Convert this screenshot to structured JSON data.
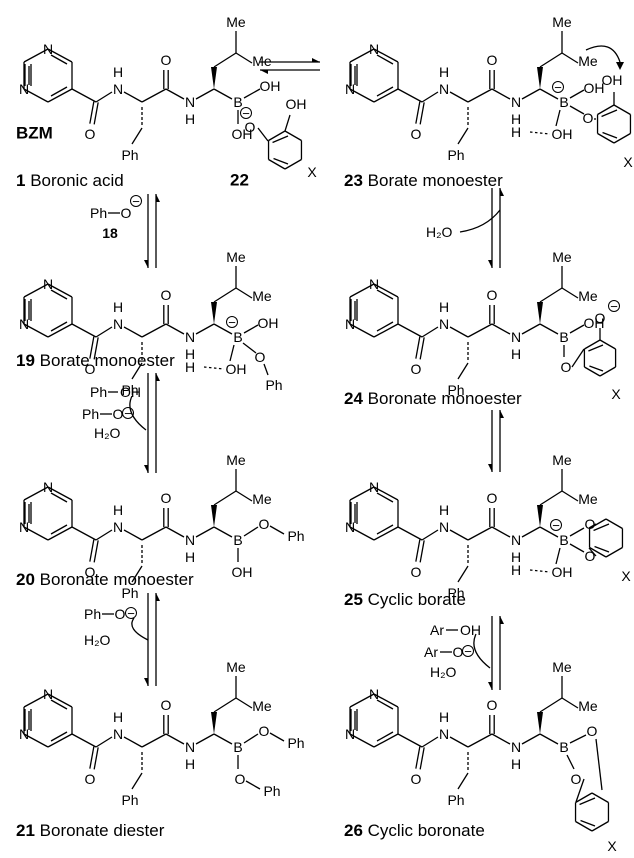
{
  "atoms": {
    "n": "N",
    "h": "H",
    "o": "O",
    "b": "B",
    "ph": "Ph",
    "me": "Me",
    "oh": "OH",
    "x": "X",
    "charge": "−"
  },
  "labels": {
    "bzm": "BZM",
    "phenoxide_ph": "Ph",
    "phenoxide_o": "O",
    "phenoxide_num": "18",
    "catechol_num": "22",
    "water": "H₂O",
    "phenol": "Ph",
    "phenol_oh": "OH",
    "aryl": "Ar",
    "aryl_oh": "OH"
  },
  "compounds": [
    {
      "number": "1",
      "name": "Boronic acid"
    },
    {
      "number": "19",
      "name": "Borate monoester"
    },
    {
      "number": "20",
      "name": "Boronate monoester"
    },
    {
      "number": "21",
      "name": "Boronate diester"
    },
    {
      "number": "23",
      "name": "Borate monoester"
    },
    {
      "number": "24",
      "name": "Boronate monoester"
    },
    {
      "number": "25",
      "name": "Cyclic borate"
    },
    {
      "number": "26",
      "name": "Cyclic boronate"
    }
  ]
}
